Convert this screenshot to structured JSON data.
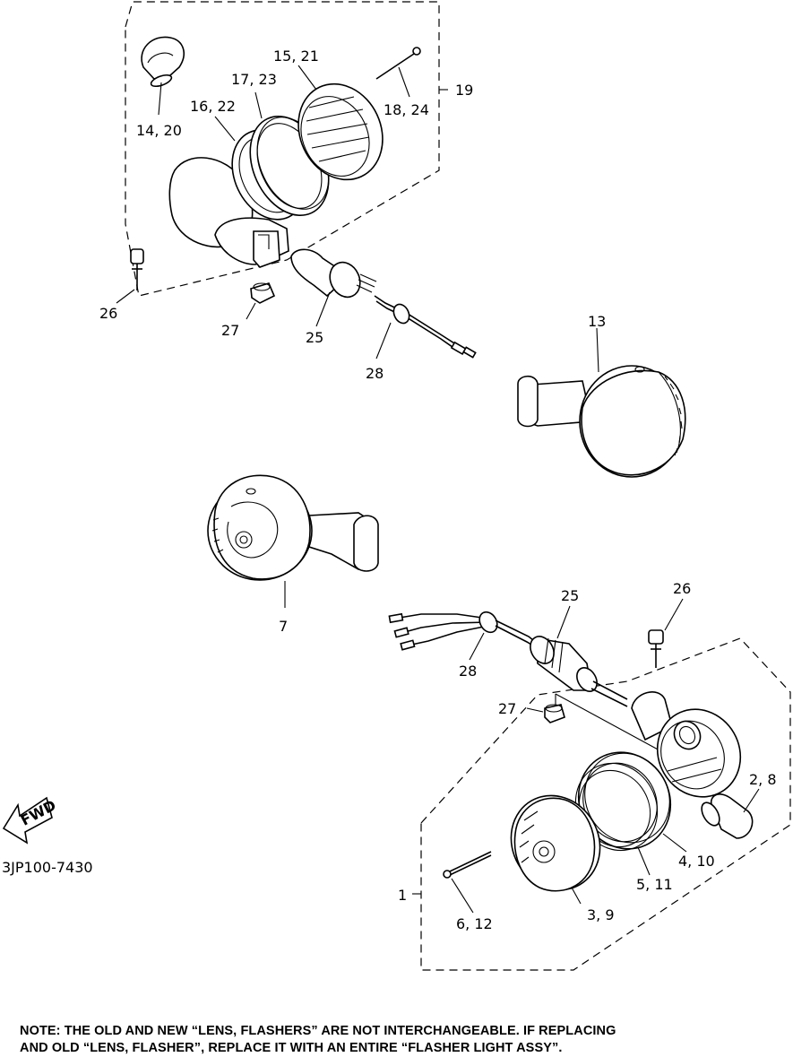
{
  "labels": {
    "l_14_20": "14, 20",
    "l_15_21": "15, 21",
    "l_17_23": "17, 23",
    "l_16_22": "16, 22",
    "l_18_24": "18, 24",
    "l_19": "19",
    "l_26_top": "26",
    "l_27_top": "27",
    "l_25_top": "25",
    "l_28_top": "28",
    "l_13": "13",
    "l_7": "7",
    "l_25_bot": "25",
    "l_26_bot": "26",
    "l_28_bot": "28",
    "l_27_bot": "27",
    "l_2_8": "2, 8",
    "l_4_10": "4, 10",
    "l_5_11": "5, 11",
    "l_1": "1",
    "l_6_12": "6, 12",
    "l_3_9": "3, 9"
  },
  "fwd_label": "FWD",
  "catalog_code": "3JP100-7430",
  "note": {
    "line1": "NOTE: THE OLD AND NEW “LENS, FLASHERS” ARE NOT INTERCHANGEABLE. IF REPLACING",
    "line2": "AND OLD “LENS, FLASHER”, REPLACE IT WITH AN ENTIRE “FLASHER LIGHT ASSY”."
  }
}
